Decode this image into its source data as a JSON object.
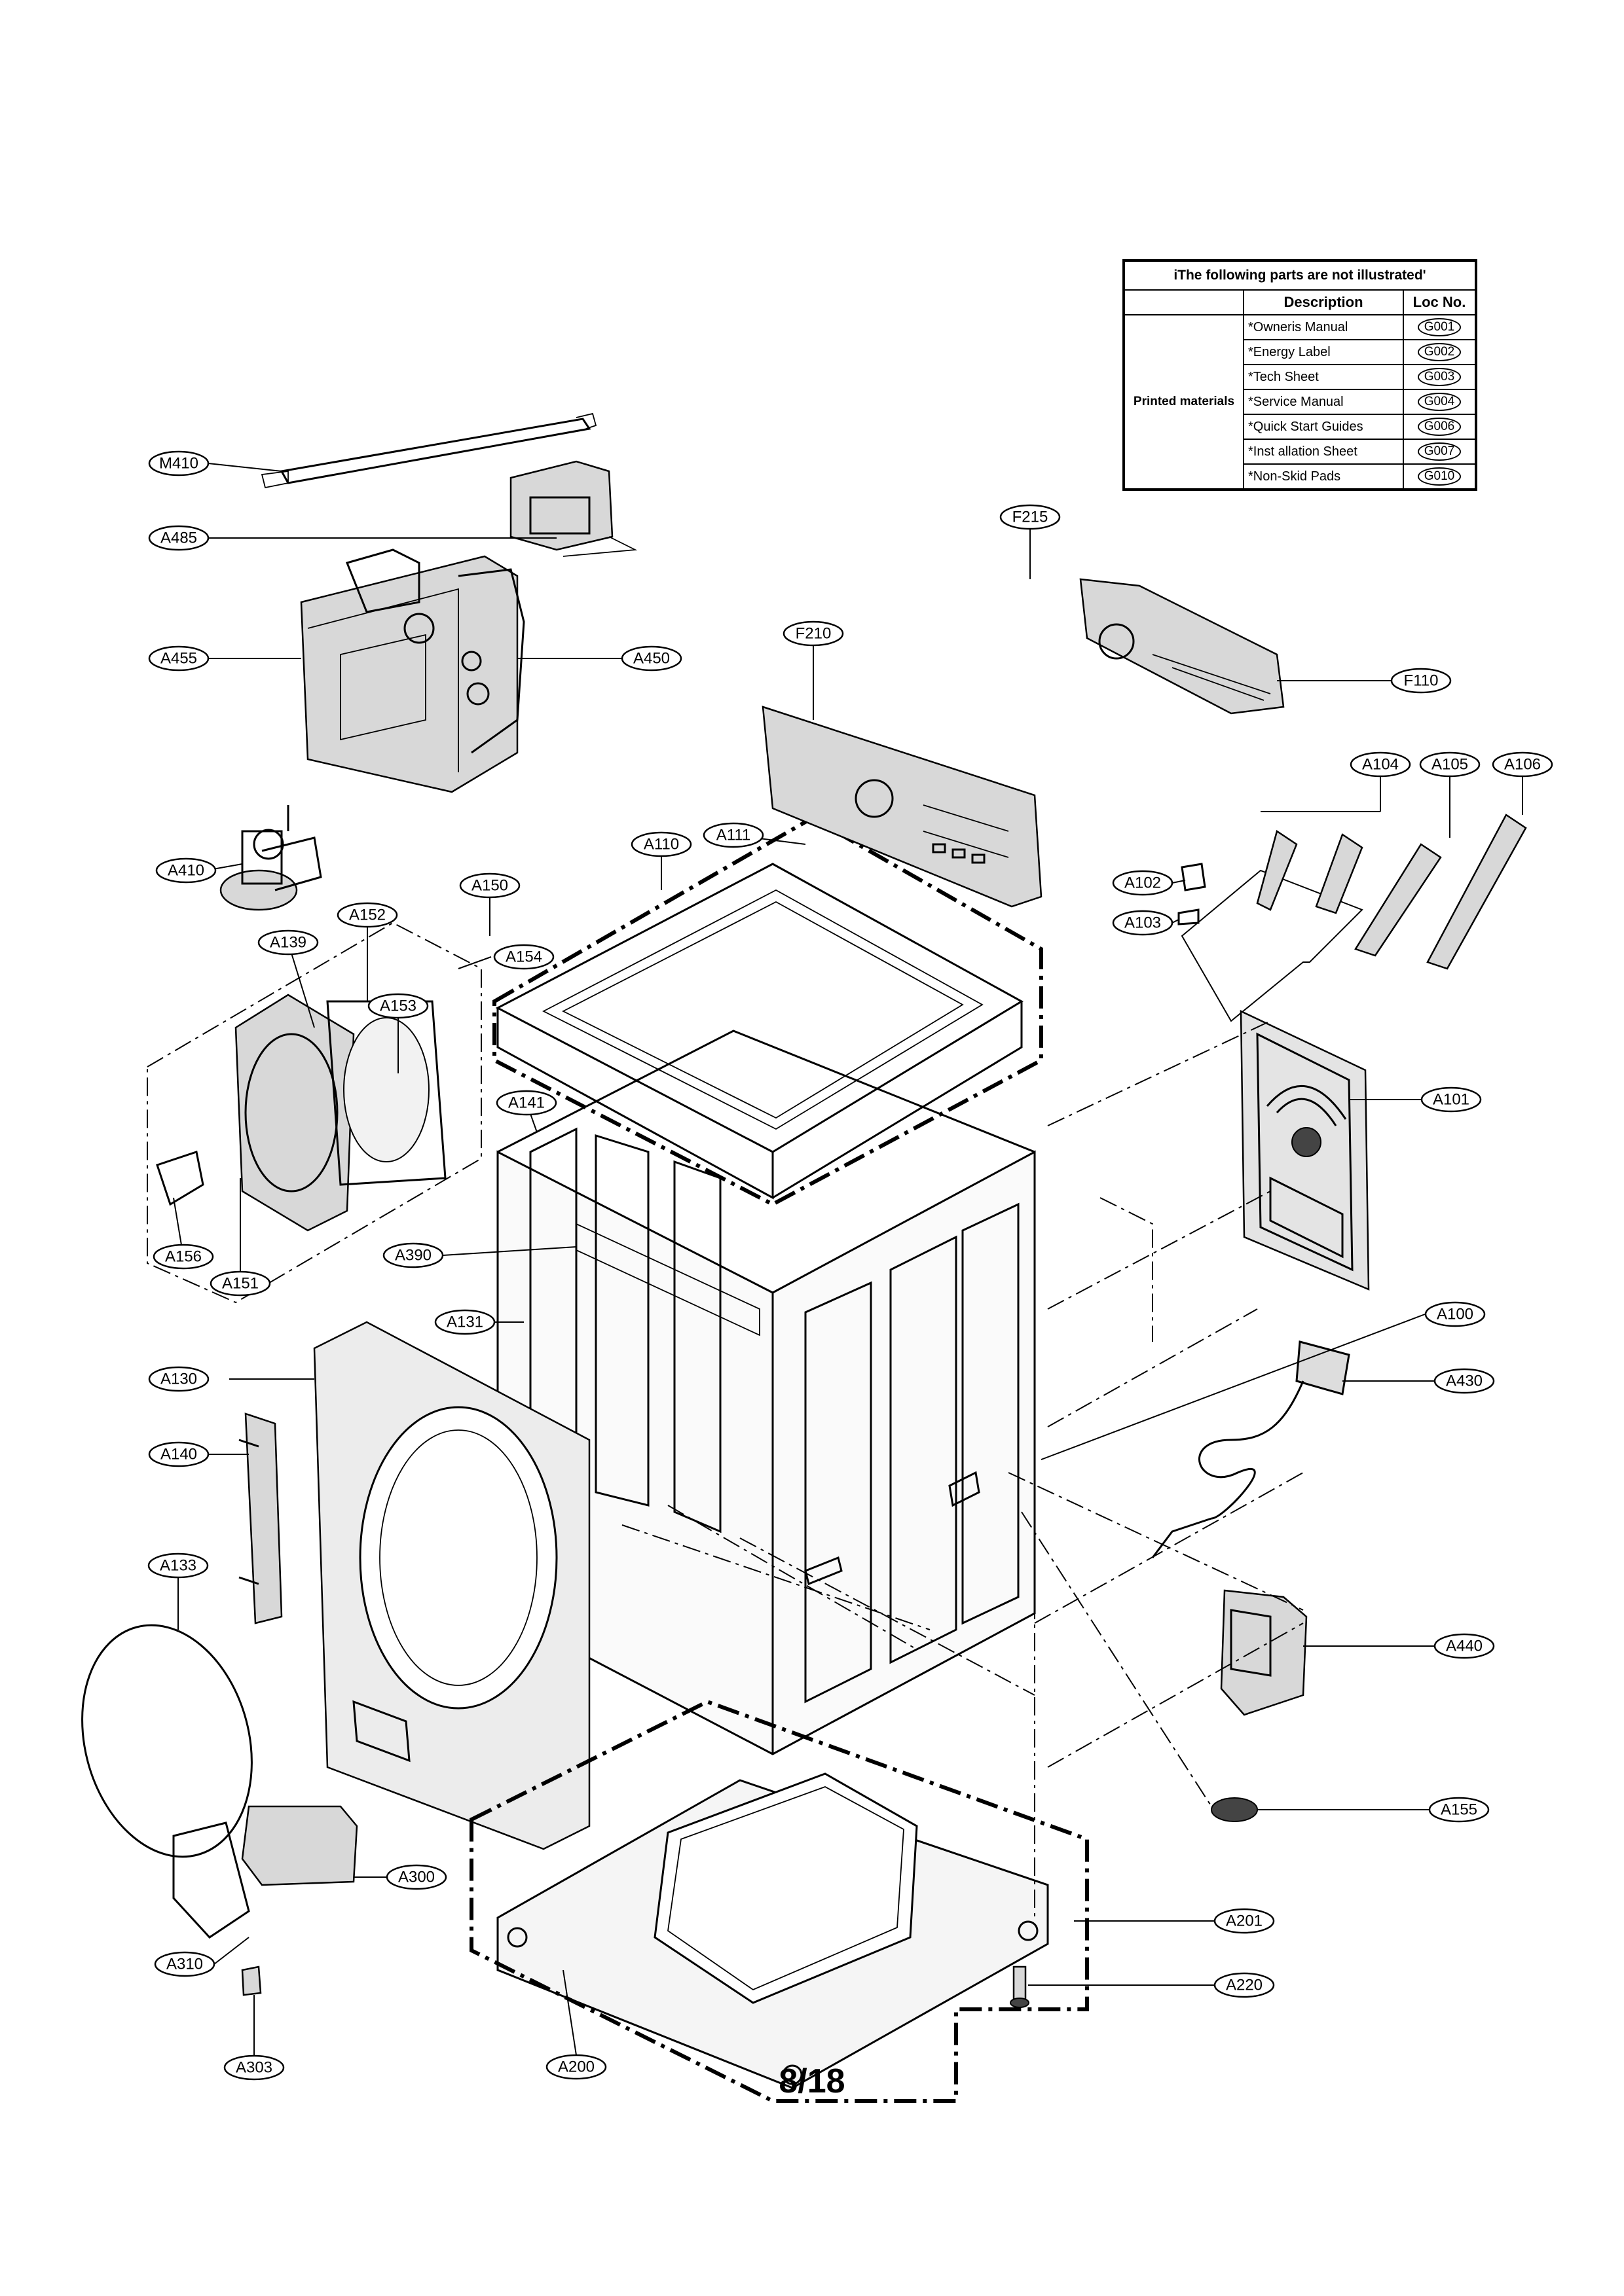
{
  "table": {
    "header": "iThe following parts are not illustrated'",
    "col_description": "Description",
    "col_loc": "Loc No.",
    "category": "Printed materials",
    "rows": [
      {
        "desc": "*Owneris Manual",
        "loc": "G001"
      },
      {
        "desc": "*Energy Label",
        "loc": "G002"
      },
      {
        "desc": "*Tech Sheet",
        "loc": "G003"
      },
      {
        "desc": "*Service Manual",
        "loc": "G004"
      },
      {
        "desc": "*Quick Start Guides",
        "loc": "G006"
      },
      {
        "desc": "*Inst allation Sheet",
        "loc": "G007"
      },
      {
        "desc": "*Non-Skid Pads",
        "loc": "G010"
      }
    ]
  },
  "labels": {
    "M410": "M410",
    "A485": "A485",
    "A455": "A455",
    "A450": "A450",
    "F215": "F215",
    "F210": "F210",
    "F110": "F110",
    "A104": "A104",
    "A105": "A105",
    "A106": "A106",
    "A410": "A410",
    "A111": "A111",
    "A110": "A110",
    "A150": "A150",
    "A152": "A152",
    "A139": "A139",
    "A154": "A154",
    "A153": "A153",
    "A102": "A102",
    "A103": "A103",
    "A101": "A101",
    "A141": "A141",
    "A156": "A156",
    "A151": "A151",
    "A390": "A390",
    "A131": "A131",
    "A100": "A100",
    "A130": "A130",
    "A430": "A430",
    "A140": "A140",
    "A133": "A133",
    "A440": "A440",
    "A155": "A155",
    "A300": "A300",
    "A201": "A201",
    "A310": "A310",
    "A220": "A220",
    "A303": "A303",
    "A200": "A200"
  },
  "page_number": "8/18"
}
